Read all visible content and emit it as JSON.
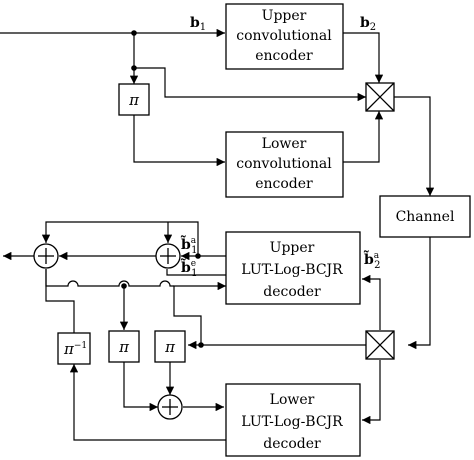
{
  "blocks": {
    "upper_encoder": [
      "Upper",
      "convolutional",
      "encoder"
    ],
    "lower_encoder": [
      "Lower",
      "convolutional",
      "encoder"
    ],
    "channel": "Channel",
    "upper_decoder": [
      "Upper",
      "LUT-Log-BCJR",
      "decoder"
    ],
    "lower_decoder": [
      "Lower",
      "LUT-Log-BCJR",
      "decoder"
    ]
  },
  "symbols": {
    "pi": "π",
    "pi_inverse": "π",
    "pi_inverse_exp": "−1"
  },
  "signals": {
    "b1": {
      "base": "b",
      "sub": "1",
      "sup": ""
    },
    "b2": {
      "base": "b",
      "sub": "2",
      "sup": ""
    },
    "b1a_tilde": {
      "base": "b̃",
      "sub": "1",
      "sup": "a"
    },
    "b1e_tilde": {
      "base": "b̃",
      "sub": "1",
      "sup": "e"
    },
    "b2a_tilde": {
      "base": "b̃",
      "sub": "2",
      "sup": "a"
    }
  }
}
